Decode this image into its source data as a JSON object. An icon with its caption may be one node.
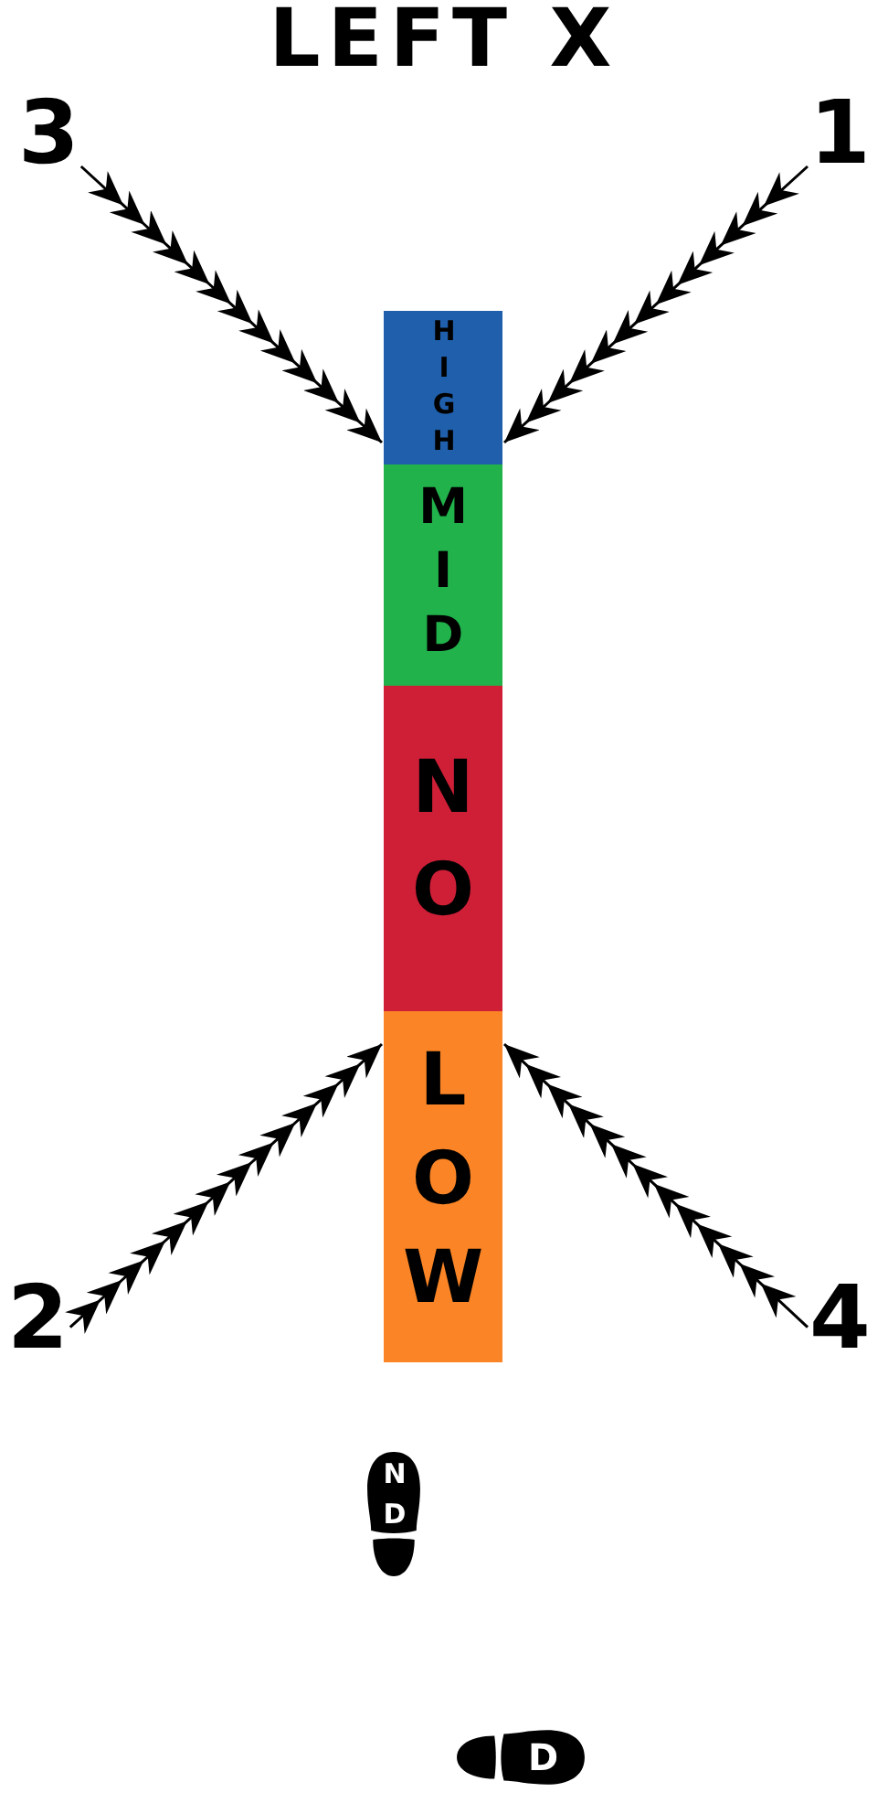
{
  "diagram": {
    "title": "LEFT X",
    "nodes": [
      {
        "text": [
          "3"
        ]
      },
      {
        "text": [
          "1"
        ]
      },
      {
        "text": [
          "HIGH"
        ]
      },
      {
        "text": [
          "MID"
        ]
      },
      {
        "text": [
          "NO"
        ]
      },
      {
        "text": [
          "LOW"
        ]
      },
      {
        "text": [
          "2"
        ]
      },
      {
        "text": [
          "4"
        ]
      },
      {
        "text": [
          "ND"
        ]
      },
      {
        "text": [
          "D"
        ]
      }
    ],
    "edges": [
      {
        "from": 1,
        "to": 2,
        "arrow": "to"
      },
      {
        "from": 6,
        "to": 5,
        "arrow": "to"
      },
      {
        "from": 0,
        "to": 2,
        "arrow": "to"
      },
      {
        "from": 7,
        "to": 5,
        "arrow": "to"
      }
    ]
  }
}
